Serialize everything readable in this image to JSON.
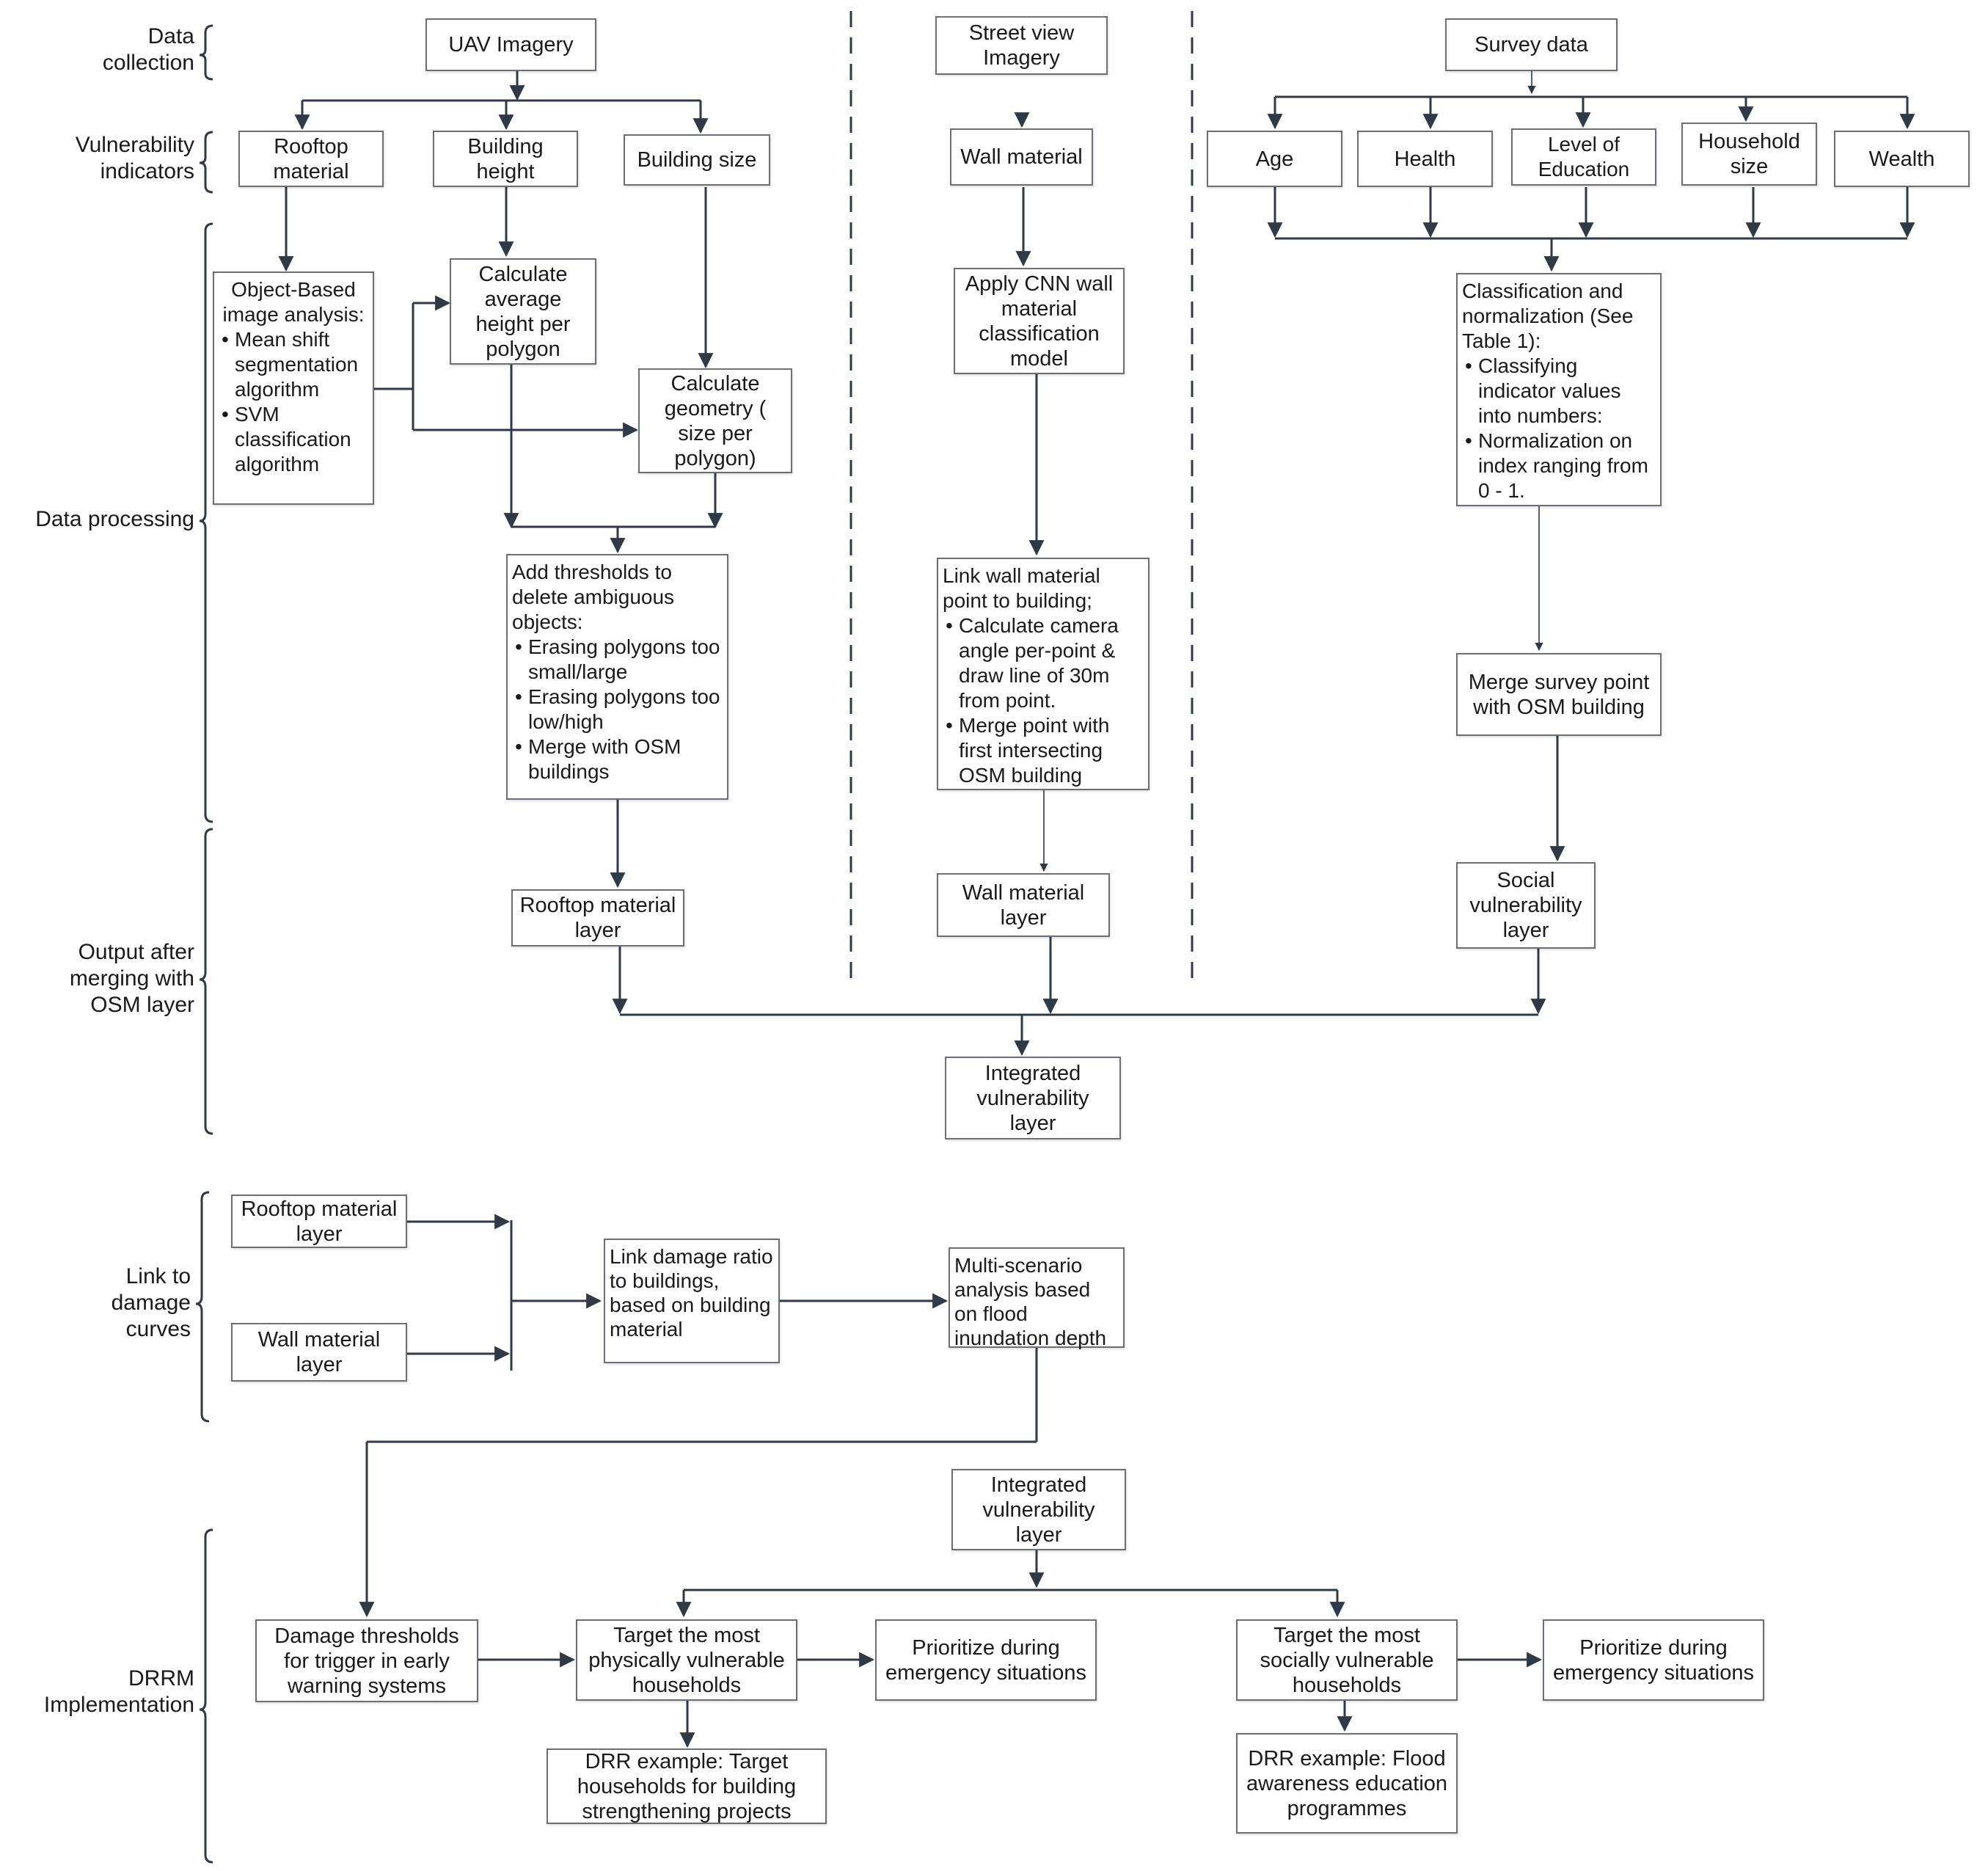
{
  "stages": {
    "data_collection": "Data collection",
    "vulnerability_indicators": "Vulnerability indicators",
    "data_processing": "Data processing",
    "output": "Output after merging with OSM layer",
    "link_damage": "Link to damage curves",
    "drrm": "DRRM Implementation"
  },
  "sources": {
    "uav": "UAV Imagery",
    "street": "Street view Imagery",
    "survey": "Survey data"
  },
  "indicators": {
    "rooftop": "Rooftop material",
    "height": "Building height",
    "size": "Building size",
    "wall": "Wall material",
    "age": "Age",
    "health": "Health",
    "education": "Level of Education",
    "household": "Household size",
    "wealth": "Wealth"
  },
  "processing": {
    "obia": {
      "title": "Object-Based image analysis:",
      "items": [
        "Mean shift segmentation algorithm",
        "SVM classification algorithm"
      ]
    },
    "avg_height": "Calculate average height per polygon",
    "geometry": "Calculate geometry ( size per polygon)",
    "thresholds": {
      "title": "Add thresholds to delete ambiguous objects:",
      "items": [
        "Erasing polygons too small/large",
        "Erasing polygons too low/high",
        "Merge with OSM buildings"
      ]
    },
    "cnn": "Apply CNN wall material classification model",
    "link_wall": {
      "title": "Link wall material point to building;",
      "items": [
        "Calculate camera angle per-point & draw line of 30m from point.",
        "Merge point with first intersecting OSM building"
      ]
    },
    "classification": {
      "title": "Classification and normalization (See Table 1):",
      "items": [
        "Classifying indicator values into numbers:",
        "Normalization on index ranging from 0 - 1."
      ]
    },
    "merge_survey": "Merge survey point with OSM building"
  },
  "outputs": {
    "rooftop_layer": "Rooftop material layer",
    "wall_layer": "Wall material layer",
    "social_layer": "Social vulnerability layer",
    "integrated": "Integrated vulnerability layer"
  },
  "damage": {
    "rooftop_layer": "Rooftop material layer",
    "wall_layer": "Wall material layer",
    "link_ratio": "Link damage ratio to buildings, based on building material",
    "multi_scenario": "Multi-scenario analysis based on flood inundation depth"
  },
  "drrm": {
    "integrated": "Integrated vulnerability layer",
    "damage_thresholds": "Damage thresholds for trigger in early warning systems",
    "target_physical": "Target the most physically vulnerable households",
    "prioritize_1": "Prioritize during emergency situations",
    "target_social": "Target the most socially vulnerable households",
    "prioritize_2": "Prioritize during emergency situations",
    "drr_physical": "DRR example: Target households for building strengthening projects",
    "drr_social": "DRR example: Flood awareness education programmes"
  },
  "colors": {
    "line": "#2f3a46",
    "border": "#6b6f75",
    "text": "#1a1a1a"
  }
}
